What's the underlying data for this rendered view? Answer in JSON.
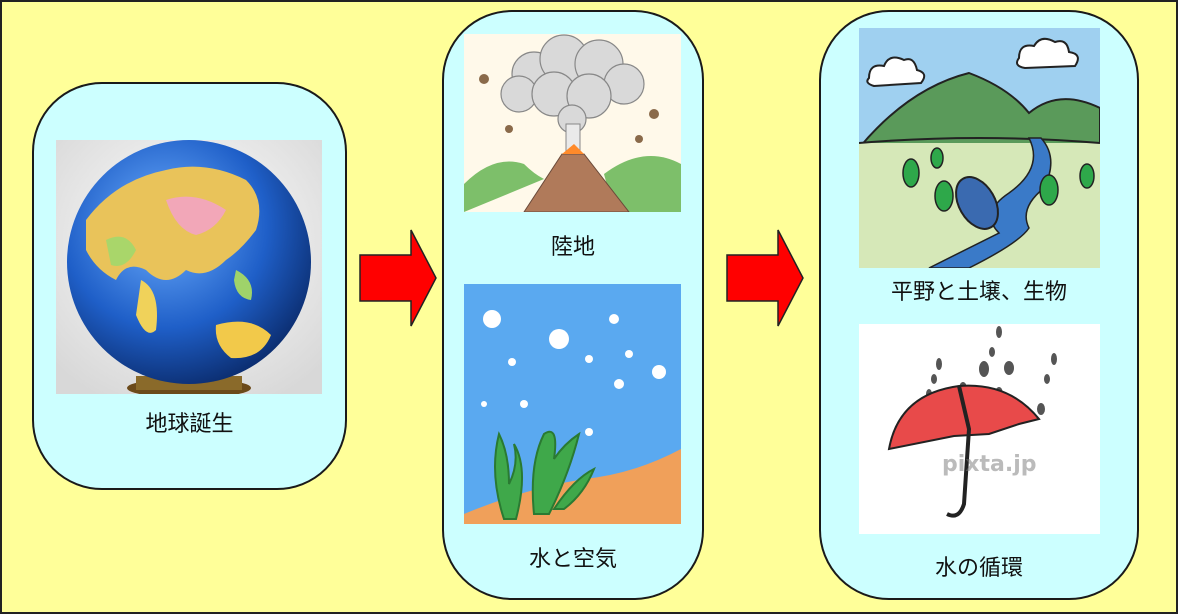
{
  "nodes": [
    {
      "id": "earth-birth",
      "label": "地球誕生"
    },
    {
      "id": "land",
      "label": "陸地"
    },
    {
      "id": "water-air",
      "label": "水と空気"
    },
    {
      "id": "plains",
      "label": "平野と土壌、生物"
    },
    {
      "id": "water-cycle",
      "label": "水の循環"
    }
  ],
  "watermark": "pixta.jp",
  "colors": {
    "background": "#ffff99",
    "panel": "#ccffff",
    "arrow": "#ff0000"
  }
}
